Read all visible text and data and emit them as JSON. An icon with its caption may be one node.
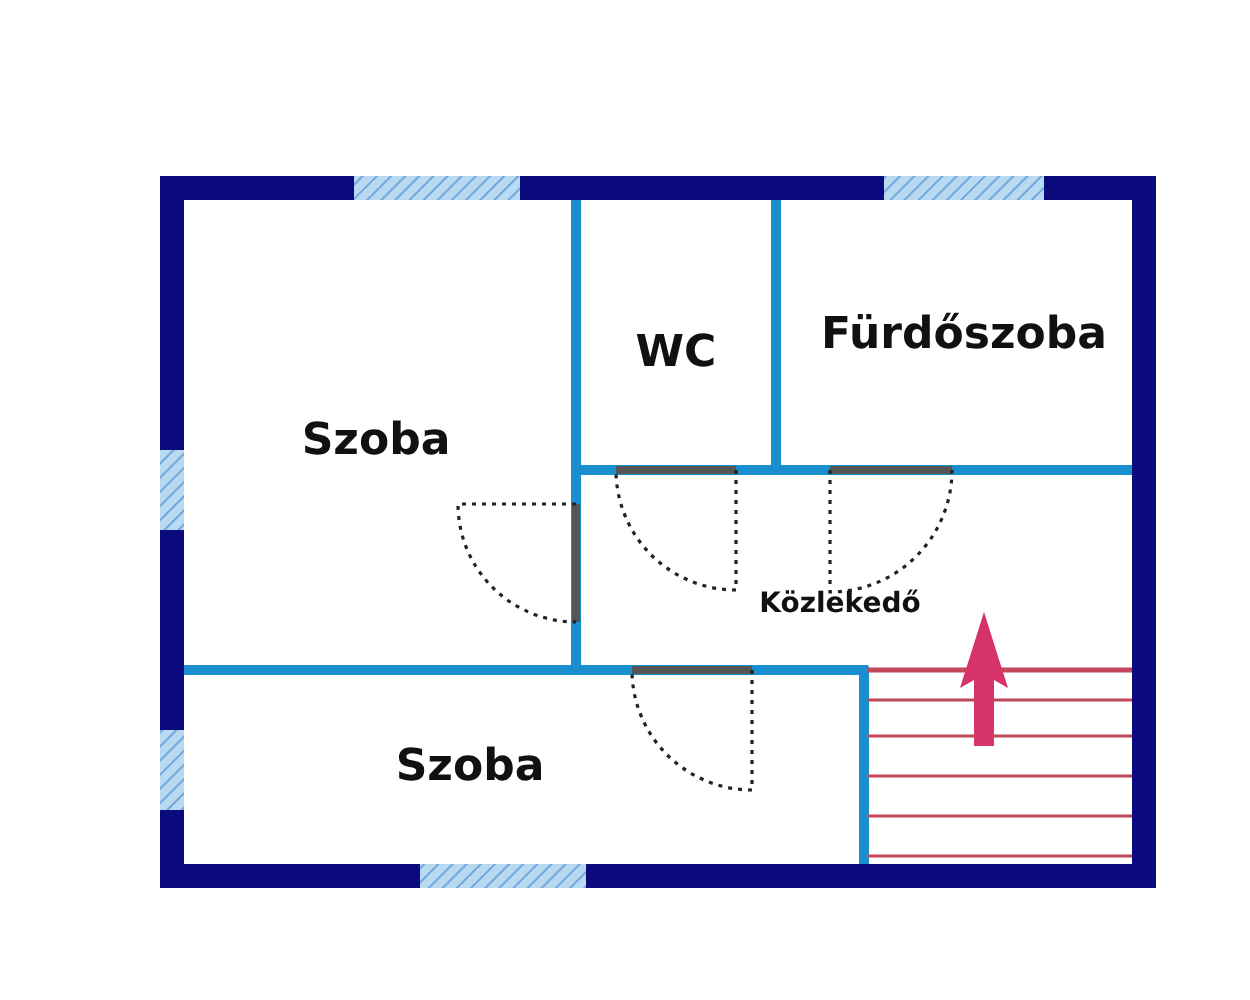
{
  "diagram": {
    "nodes": [
      {
        "text": [
          "Szoba"
        ]
      },
      {
        "text": [
          "WC"
        ]
      },
      {
        "text": [
          "Fürdőszoba"
        ]
      },
      {
        "text": [
          "Közlekedő"
        ]
      },
      {
        "text": [
          "Szoba"
        ]
      }
    ]
  }
}
